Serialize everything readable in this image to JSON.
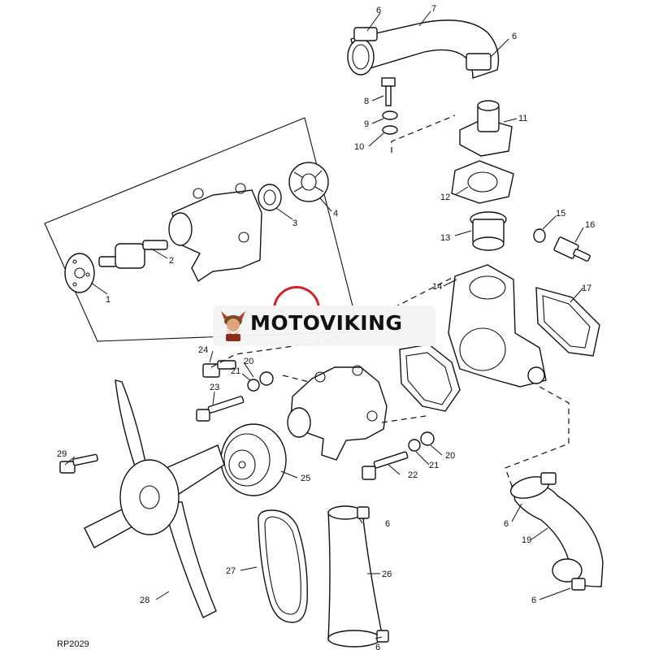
{
  "watermark": {
    "brand_text": "MOTOVIKING"
  },
  "figure_code": "RP2029",
  "callouts": {
    "c1": "1",
    "c2": "2",
    "c3": "3",
    "c4": "4",
    "c6a": "6",
    "c6b": "6",
    "c6c": "6",
    "c6d": "6",
    "c6e": "6",
    "c6f": "6",
    "c7": "7",
    "c8": "8",
    "c9": "9",
    "c10": "10",
    "c11": "11",
    "c12": "12",
    "c13": "13",
    "c14": "14",
    "c15": "15",
    "c16": "16",
    "c17": "17",
    "c19": "19",
    "c20a": "20",
    "c20b": "20",
    "c21a": "21",
    "c21b": "21",
    "c22": "22",
    "c23": "23",
    "c24": "24",
    "c25": "25",
    "c26": "26",
    "c27": "27",
    "c28": "28",
    "c29": "29"
  }
}
